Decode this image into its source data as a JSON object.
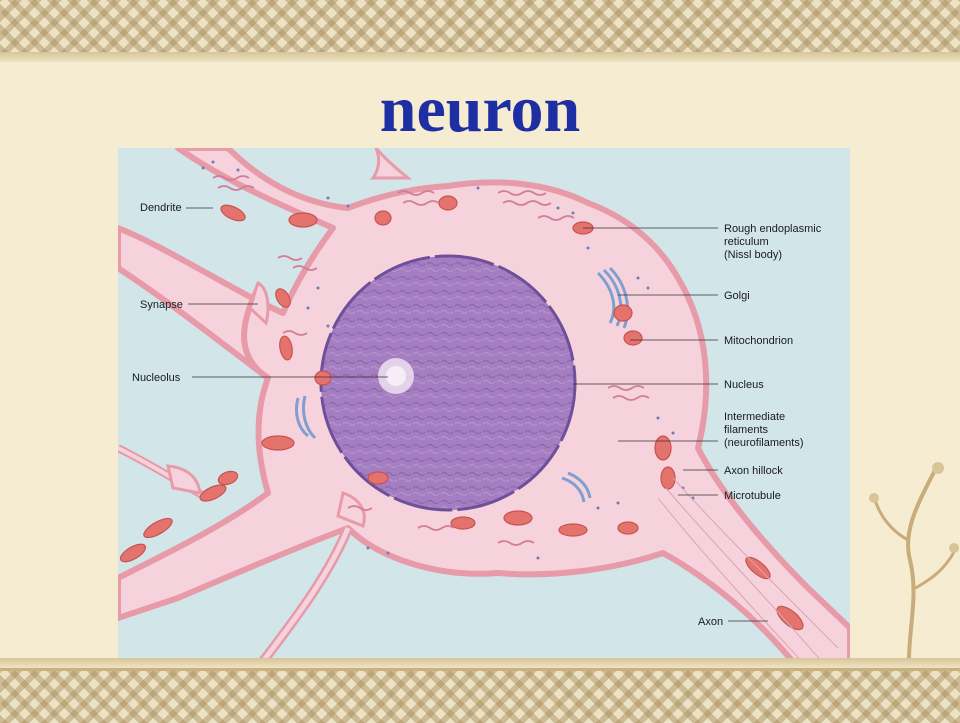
{
  "slide": {
    "title": "neuron"
  },
  "diagram": {
    "labels": {
      "dendrite": "Dendrite",
      "synapse": "Synapse",
      "nucleolus": "Nucleolus",
      "rough_er_1": "Rough endoplasmic",
      "rough_er_2": "reticulum",
      "rough_er_3": "(Nissl body)",
      "golgi": "Golgi",
      "mitochondrion": "Mitochondrion",
      "nucleus": "Nucleus",
      "intermediate_1": "Intermediate",
      "intermediate_2": "filaments",
      "intermediate_3": "(neurofilaments)",
      "axon_hillock": "Axon hillock",
      "microtubule": "Microtubule",
      "axon": "Axon"
    }
  },
  "colors": {
    "panel_background": "#d2e6ea",
    "cytoplasm": "#f6d3dc",
    "membrane": "#e79aa8",
    "nucleus": "#a47ec0",
    "nucleus_border": "#6e4f9a",
    "mitochondria": "#e4736e",
    "golgi": "#7f9fd0",
    "title": "#1d2fa3"
  }
}
